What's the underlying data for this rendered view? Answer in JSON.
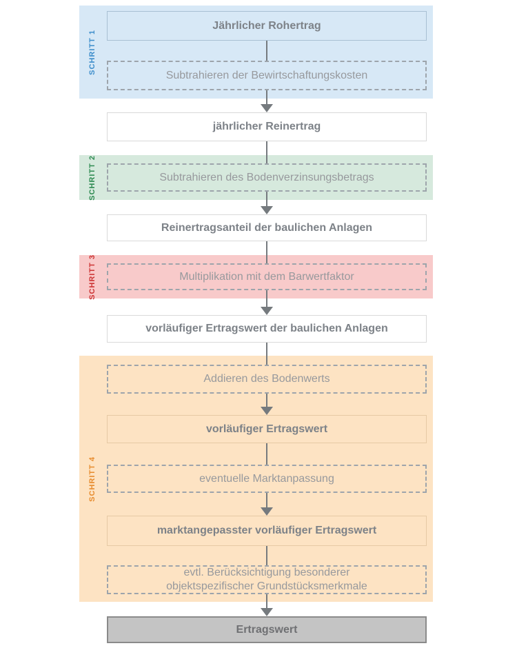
{
  "steps": [
    {
      "label": "SCHRITT 1",
      "label_color": "#3e8ecb",
      "bg": "#d7e8f6"
    },
    {
      "label": "SCHRITT 2",
      "label_color": "#2f8b52",
      "bg": "#d6e9dd"
    },
    {
      "label": "SCHRITT 3",
      "label_color": "#cc3434",
      "bg": "#f8caca"
    },
    {
      "label": "SCHRITT 4",
      "label_color": "#e78b2d",
      "bg": "#fde3c3"
    }
  ],
  "nodes": {
    "rohertrag": "Jährlicher Rohertrag",
    "bewirtschaftungskosten": "Subtrahieren der Bewirtschaftungskosten",
    "reinertrag": "jährlicher Reinertrag",
    "bodenverzinsung": "Subtrahieren des Bodenverzinsungsbetrags",
    "reinertragsanteil": "Reinertragsanteil der baulichen Anlagen",
    "barwertfaktor": "Multiplikation mit dem Barwertfaktor",
    "vorl_ertragswert_anlagen": "vorläufiger Ertragswert der baulichen Anlagen",
    "bodenwert": "Addieren des Bodenwerts",
    "vorl_ertragswert": "vorläufiger Ertragswert",
    "marktanpassung": "eventuelle Marktanpassung",
    "marktangepasst": "marktangepasster vorläufiger Ertragswert",
    "grundstuecksmerkmale": "evtl. Berücksichtigung besonderer objektspezifischer Grundstücksmerkmale",
    "ertragswert": "Ertragswert"
  },
  "colors": {
    "arrow": "#757a7e",
    "strong_text": "#7d8288",
    "muted_text": "#97999d",
    "white_box_border": "#d9d9d9",
    "dashed_border": "#9da4ab",
    "final_bg": "#c4c4c4",
    "final_border": "#8a8a8a"
  }
}
